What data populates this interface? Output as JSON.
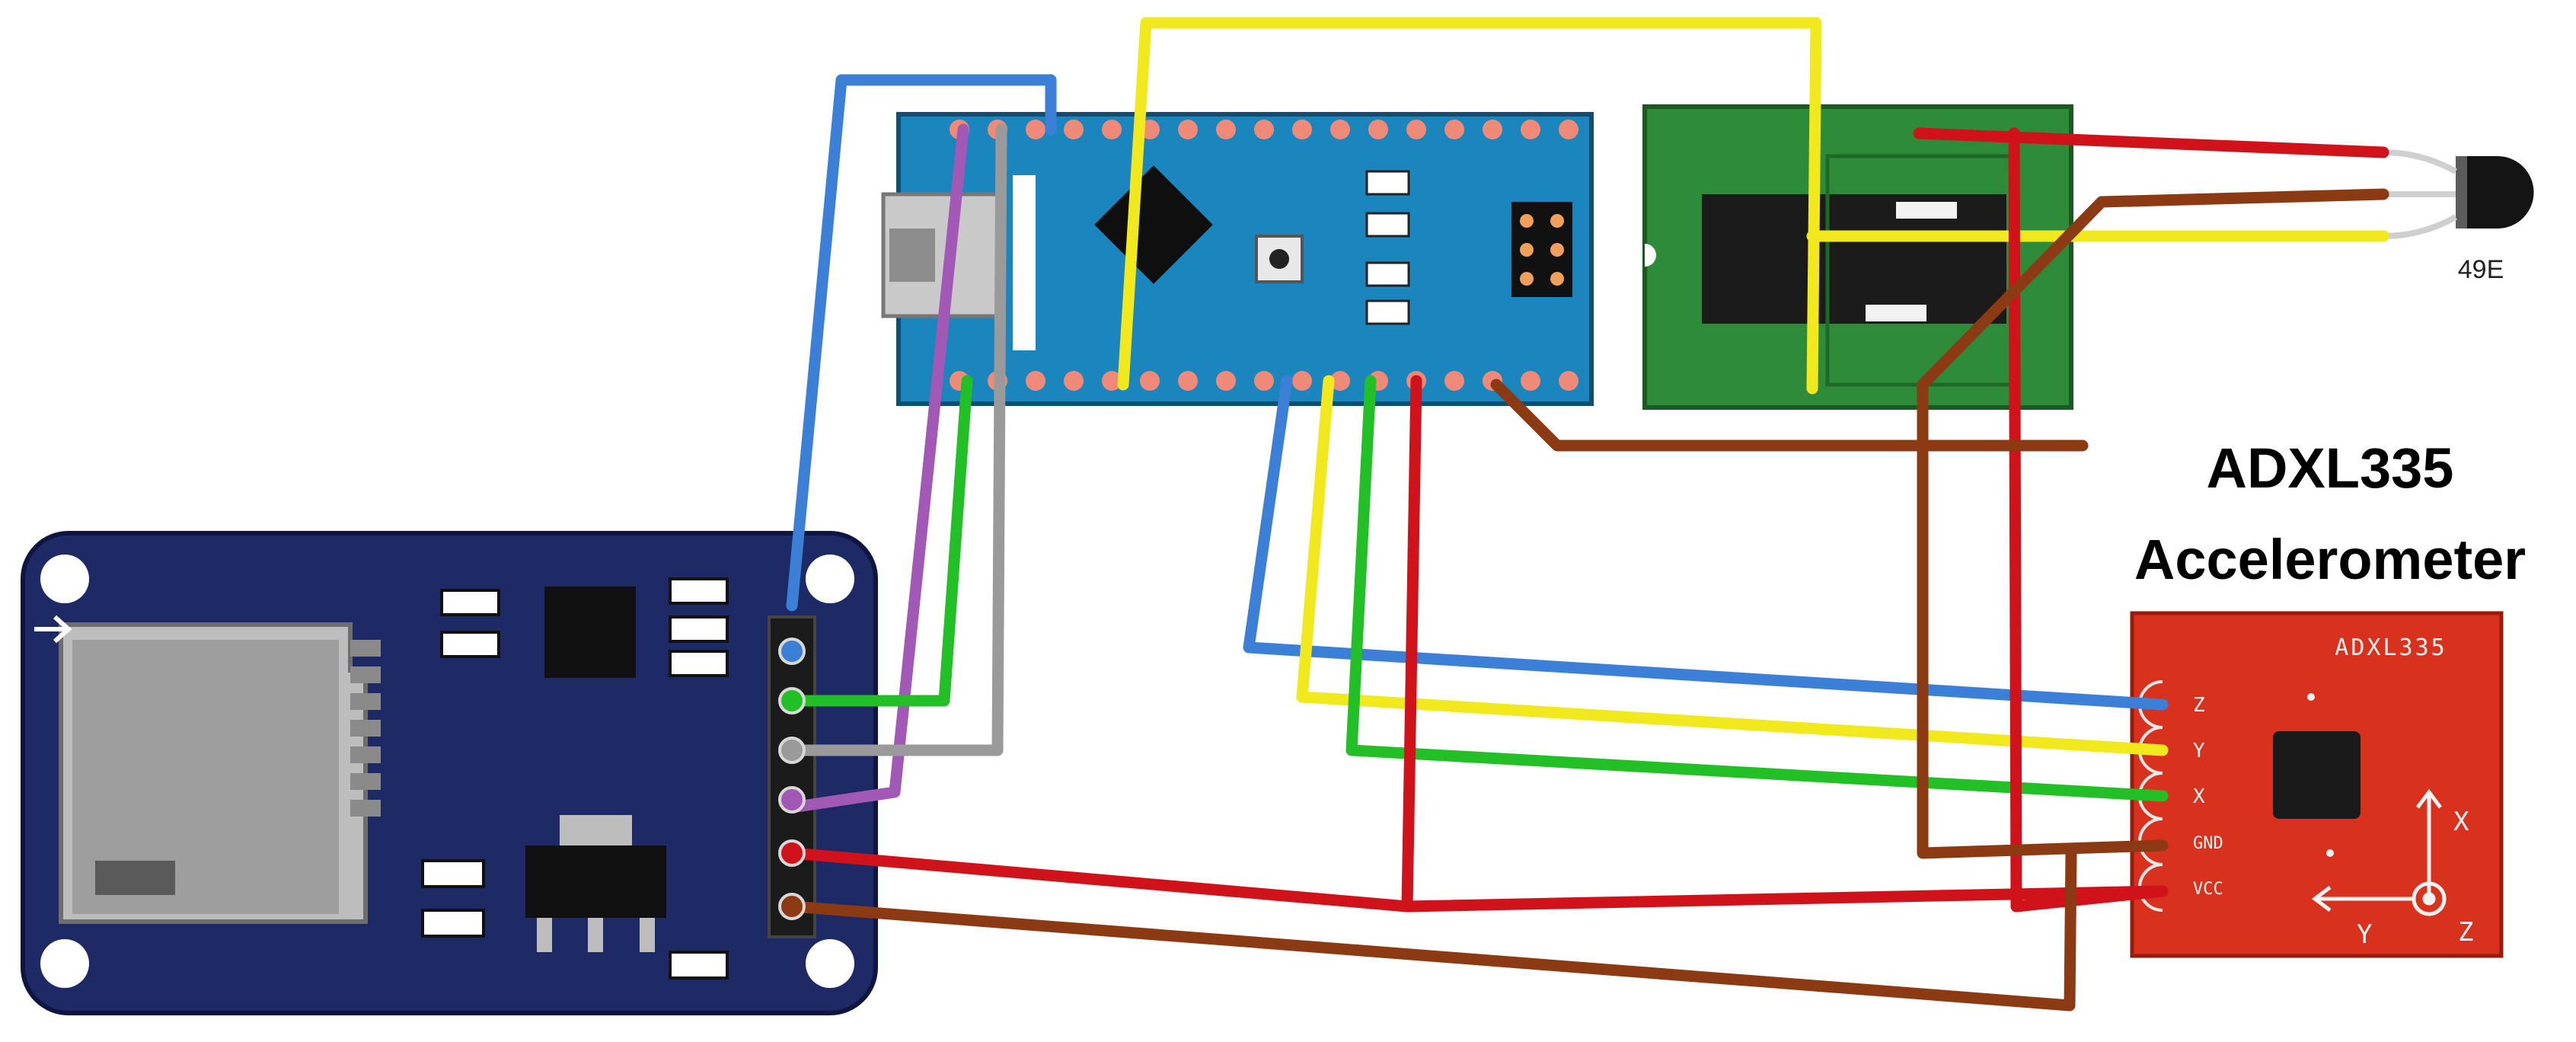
{
  "accelerometer": {
    "title_line1": "ADXL335",
    "title_line2": "Accelerometer",
    "board_label": "ADXL335",
    "pins": [
      "Z",
      "Y",
      "X",
      "GND",
      "VCC"
    ],
    "axis_x": "X",
    "axis_y": "Y",
    "axis_z": "Z"
  },
  "hall_sensor": {
    "label": "49E"
  },
  "colors": {
    "wire_red": "#d0121b",
    "wire_brown": "#8b3a14",
    "wire_yellow": "#f2e81e",
    "wire_green": "#22c026",
    "wire_blue": "#3b7fd6",
    "wire_purple": "#a259b6",
    "wire_gray": "#9a9a9a",
    "sd_board": "#1e2a66",
    "nano_board": "#1a86bd",
    "relay_board": "#2e8b3a",
    "adxl_board": "#d8321e"
  }
}
